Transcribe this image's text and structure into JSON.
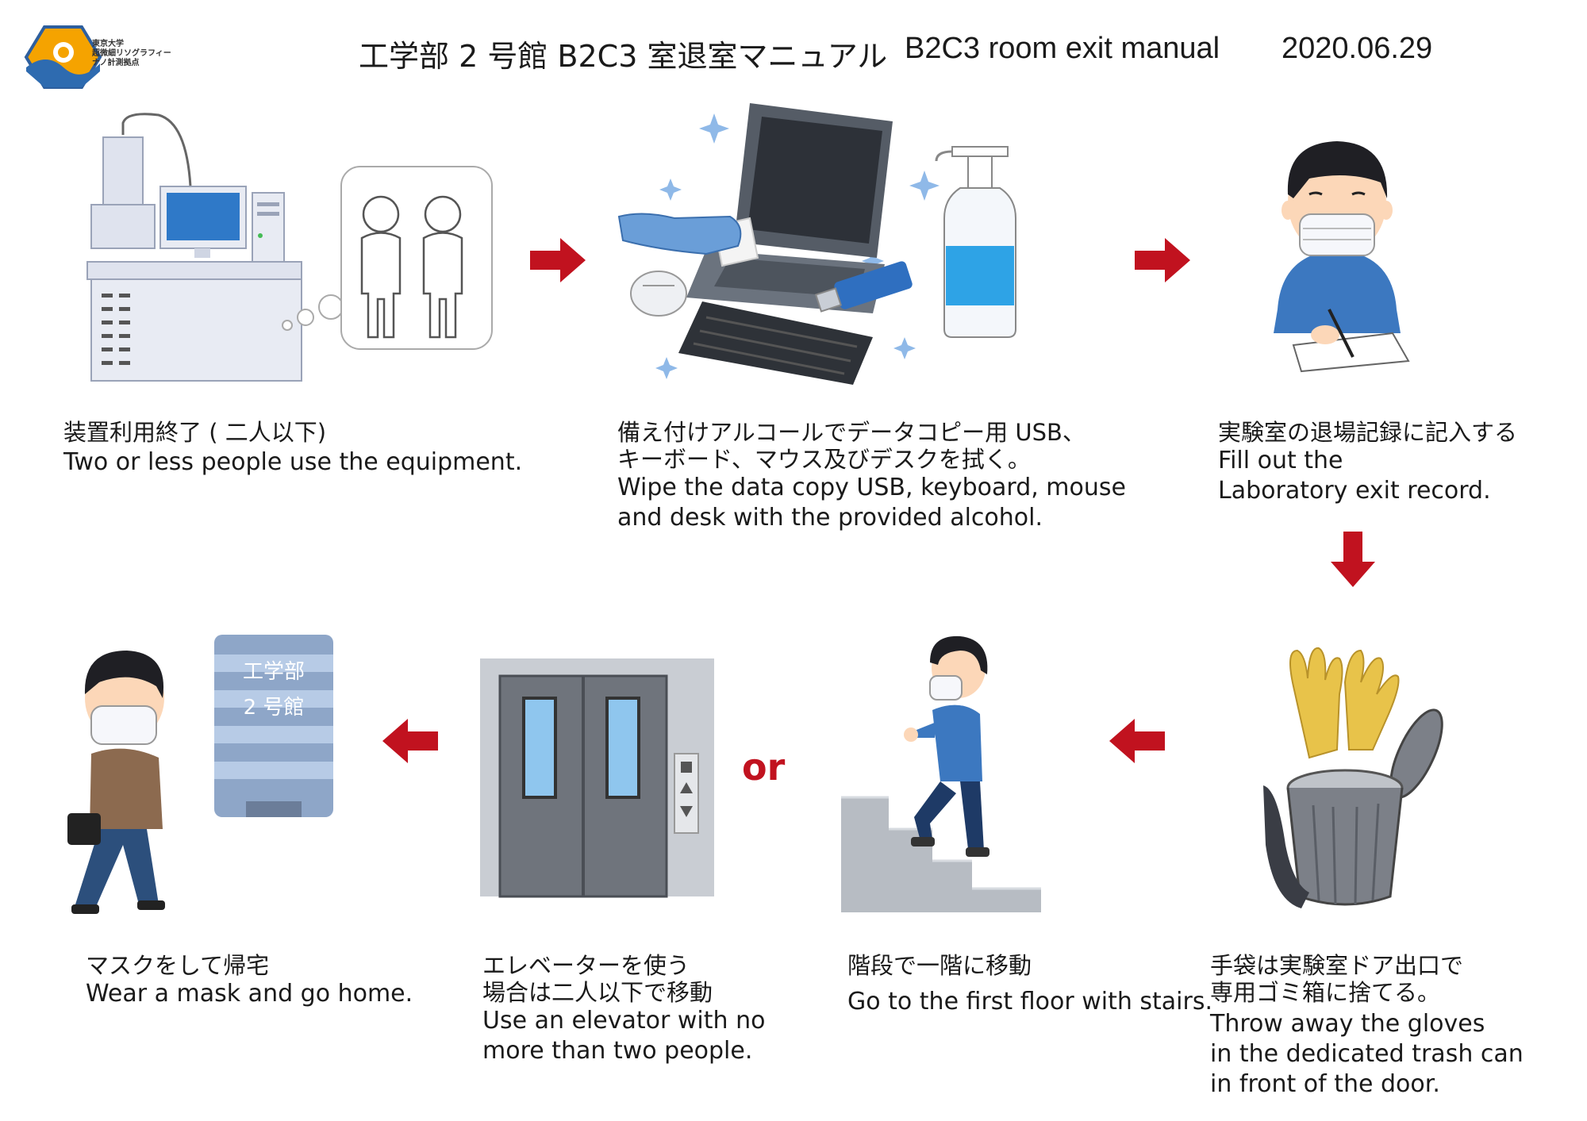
{
  "header": {
    "logo_text": [
      "東京大学",
      "超微細リソグラフィー",
      "ナノ計測拠点"
    ],
    "title_jp": "工学部 2 号館 B2C3 室退室マニュアル",
    "title_en": "B2C3 room exit manual",
    "date": "2020.06.29"
  },
  "steps": [
    {
      "jp": [
        "装置利用終了 ( 二人以下)"
      ],
      "en": [
        "Two or less people use the equipment."
      ]
    },
    {
      "jp": [
        "備え付けアルコールでデータコピー用 USB、",
        "キーボード、マウス及びデスクを拭く。"
      ],
      "en": [
        "Wipe the data copy USB, keyboard, mouse",
        "and desk with the provided alcohol."
      ]
    },
    {
      "jp": [
        "実験室の退場記録に記入する"
      ],
      "en": [
        "Fill out the",
        "Laboratory exit record."
      ]
    },
    {
      "jp": [
        "手袋は実験室ドア出口で",
        "専用ゴミ箱に捨てる。"
      ],
      "en": [
        "Throw away the gloves",
        "in the dedicated trash can",
        "in front of the door."
      ]
    },
    {
      "jp": [
        "階段で一階に移動"
      ],
      "en": [
        "Go to the first floor with stairs."
      ]
    },
    {
      "jp": [
        "エレベーターを使う",
        "場合は二人以下で移動"
      ],
      "en": [
        "Use an elevator with no",
        "more than two people."
      ]
    },
    {
      "jp": [
        "マスクをして帰宅"
      ],
      "en": [
        "Wear a mask and go home."
      ]
    }
  ],
  "or_label": "or",
  "building_sign": [
    "工学部",
    "2 号館"
  ],
  "colors": {
    "arrow": "#c1121f",
    "mask_shirt": "#3c78c0",
    "glove": "#e8c34a",
    "usb": "#2f6fc0"
  }
}
